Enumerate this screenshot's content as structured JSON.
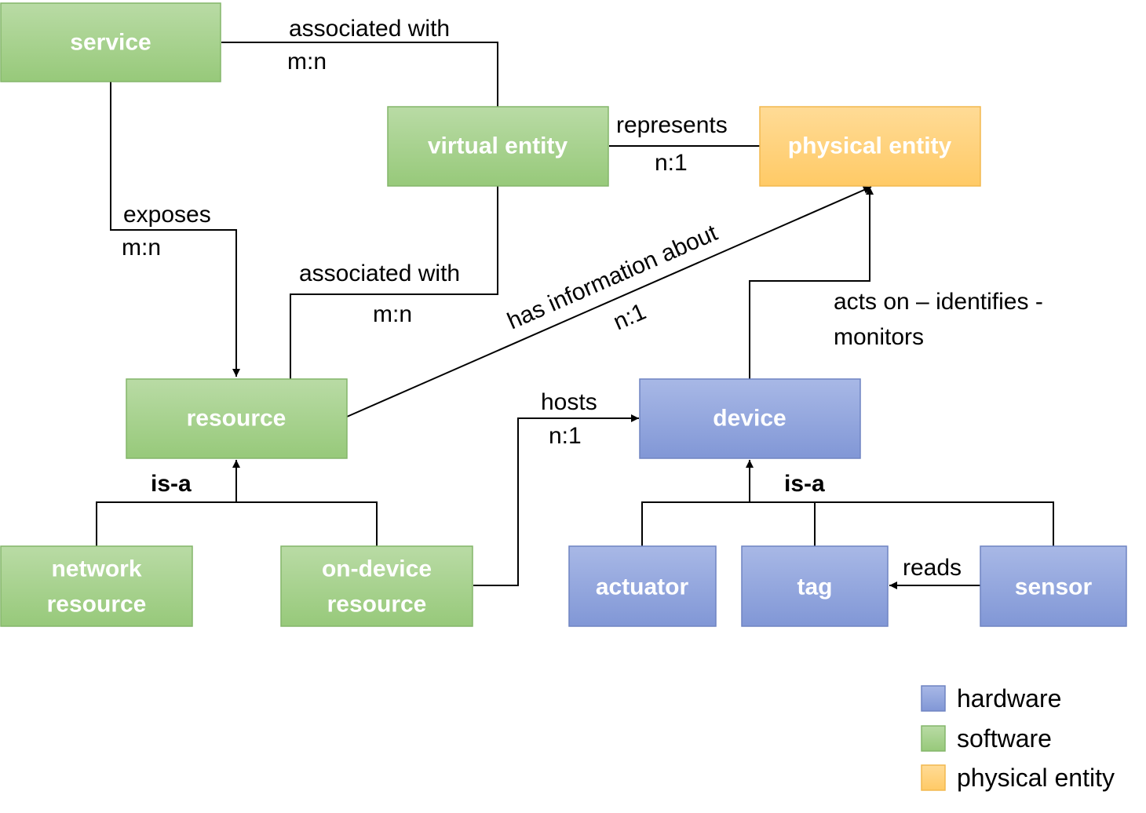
{
  "colors": {
    "hardware": "#8EA3DC",
    "hardware_border": "#6F84C2",
    "software": "#A7D08E",
    "software_border": "#84B66A",
    "physical": "#FFD27F",
    "physical_border": "#F2B84E",
    "line": "#000000"
  },
  "nodes": {
    "service": "service",
    "virtual_entity": "virtual entity",
    "physical_entity": "physical entity",
    "resource": "resource",
    "device": "device",
    "network_resource_line1": "network",
    "network_resource_line2": "resource",
    "ondevice_resource_line1": "on-device",
    "ondevice_resource_line2": "resource",
    "actuator": "actuator",
    "tag": "tag",
    "sensor": "sensor"
  },
  "relations": {
    "service_virtual": {
      "label": "associated with",
      "cardinality": "m:n"
    },
    "service_resource": {
      "label": "exposes",
      "cardinality": "m:n"
    },
    "virtual_physical": {
      "label": "represents",
      "cardinality": "n:1"
    },
    "virtual_resource": {
      "label": "associated with",
      "cardinality": "m:n"
    },
    "resource_physical": {
      "label": "has information about",
      "cardinality": "n:1"
    },
    "device_physical": {
      "label_line1": "acts on – identifies -",
      "label_line2": "monitors"
    },
    "ondevice_device": {
      "label": "hosts",
      "cardinality": "n:1"
    },
    "resource_isa": {
      "label": "is-a"
    },
    "device_isa": {
      "label": "is-a"
    },
    "sensor_tag": {
      "label": "reads"
    }
  },
  "legend": {
    "hardware": "hardware",
    "software": "software",
    "physical": "physical entity"
  }
}
